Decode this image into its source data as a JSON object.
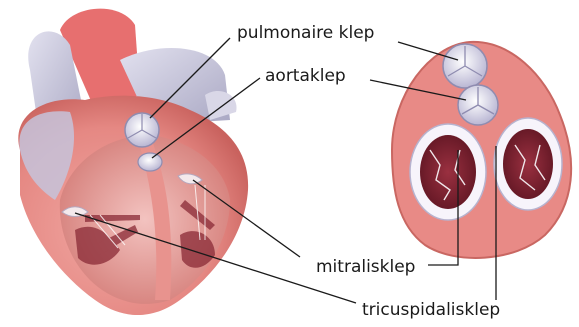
{
  "labels": {
    "pulmonary_valve": "pulmonaire klep",
    "aortic_valve": "aortaklep",
    "mitral_valve": "mitralisklep",
    "tricuspid_valve": "tricuspidalisklep"
  },
  "colors": {
    "heart_wall": "#e88a86",
    "heart_inner": "#c86660",
    "vessel_grey": "#c9c8dc",
    "valve_white": "#ecebf6",
    "chamber_dark": "#7a2030",
    "leader_line": "#1a1a1a"
  }
}
